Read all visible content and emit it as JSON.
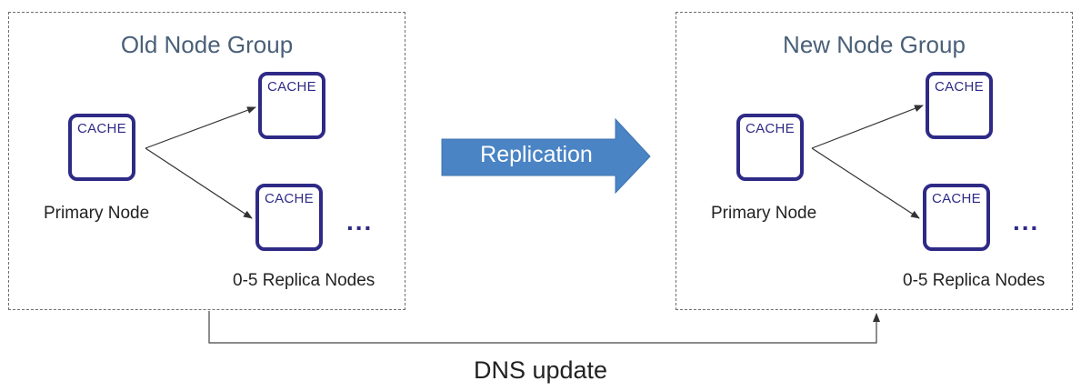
{
  "old_group": {
    "title": "Old Node Group",
    "primary": {
      "cache_label": "CACHE",
      "label": "Primary Node"
    },
    "replicas": [
      {
        "cache_label": "CACHE"
      },
      {
        "cache_label": "CACHE"
      }
    ],
    "ellipsis": "...",
    "replica_label": "0-5 Replica Nodes"
  },
  "new_group": {
    "title": "New Node Group",
    "primary": {
      "cache_label": "CACHE",
      "label": "Primary Node"
    },
    "replicas": [
      {
        "cache_label": "CACHE"
      },
      {
        "cache_label": "CACHE"
      }
    ],
    "ellipsis": "...",
    "replica_label": "0-5 Replica Nodes"
  },
  "replication": {
    "label": "Replication",
    "color": "#4a84c4"
  },
  "dns": {
    "label": "DNS update"
  },
  "colors": {
    "cache_border": "#2e2a86",
    "group_border": "#6e6e6e",
    "title": "#4a6078"
  }
}
